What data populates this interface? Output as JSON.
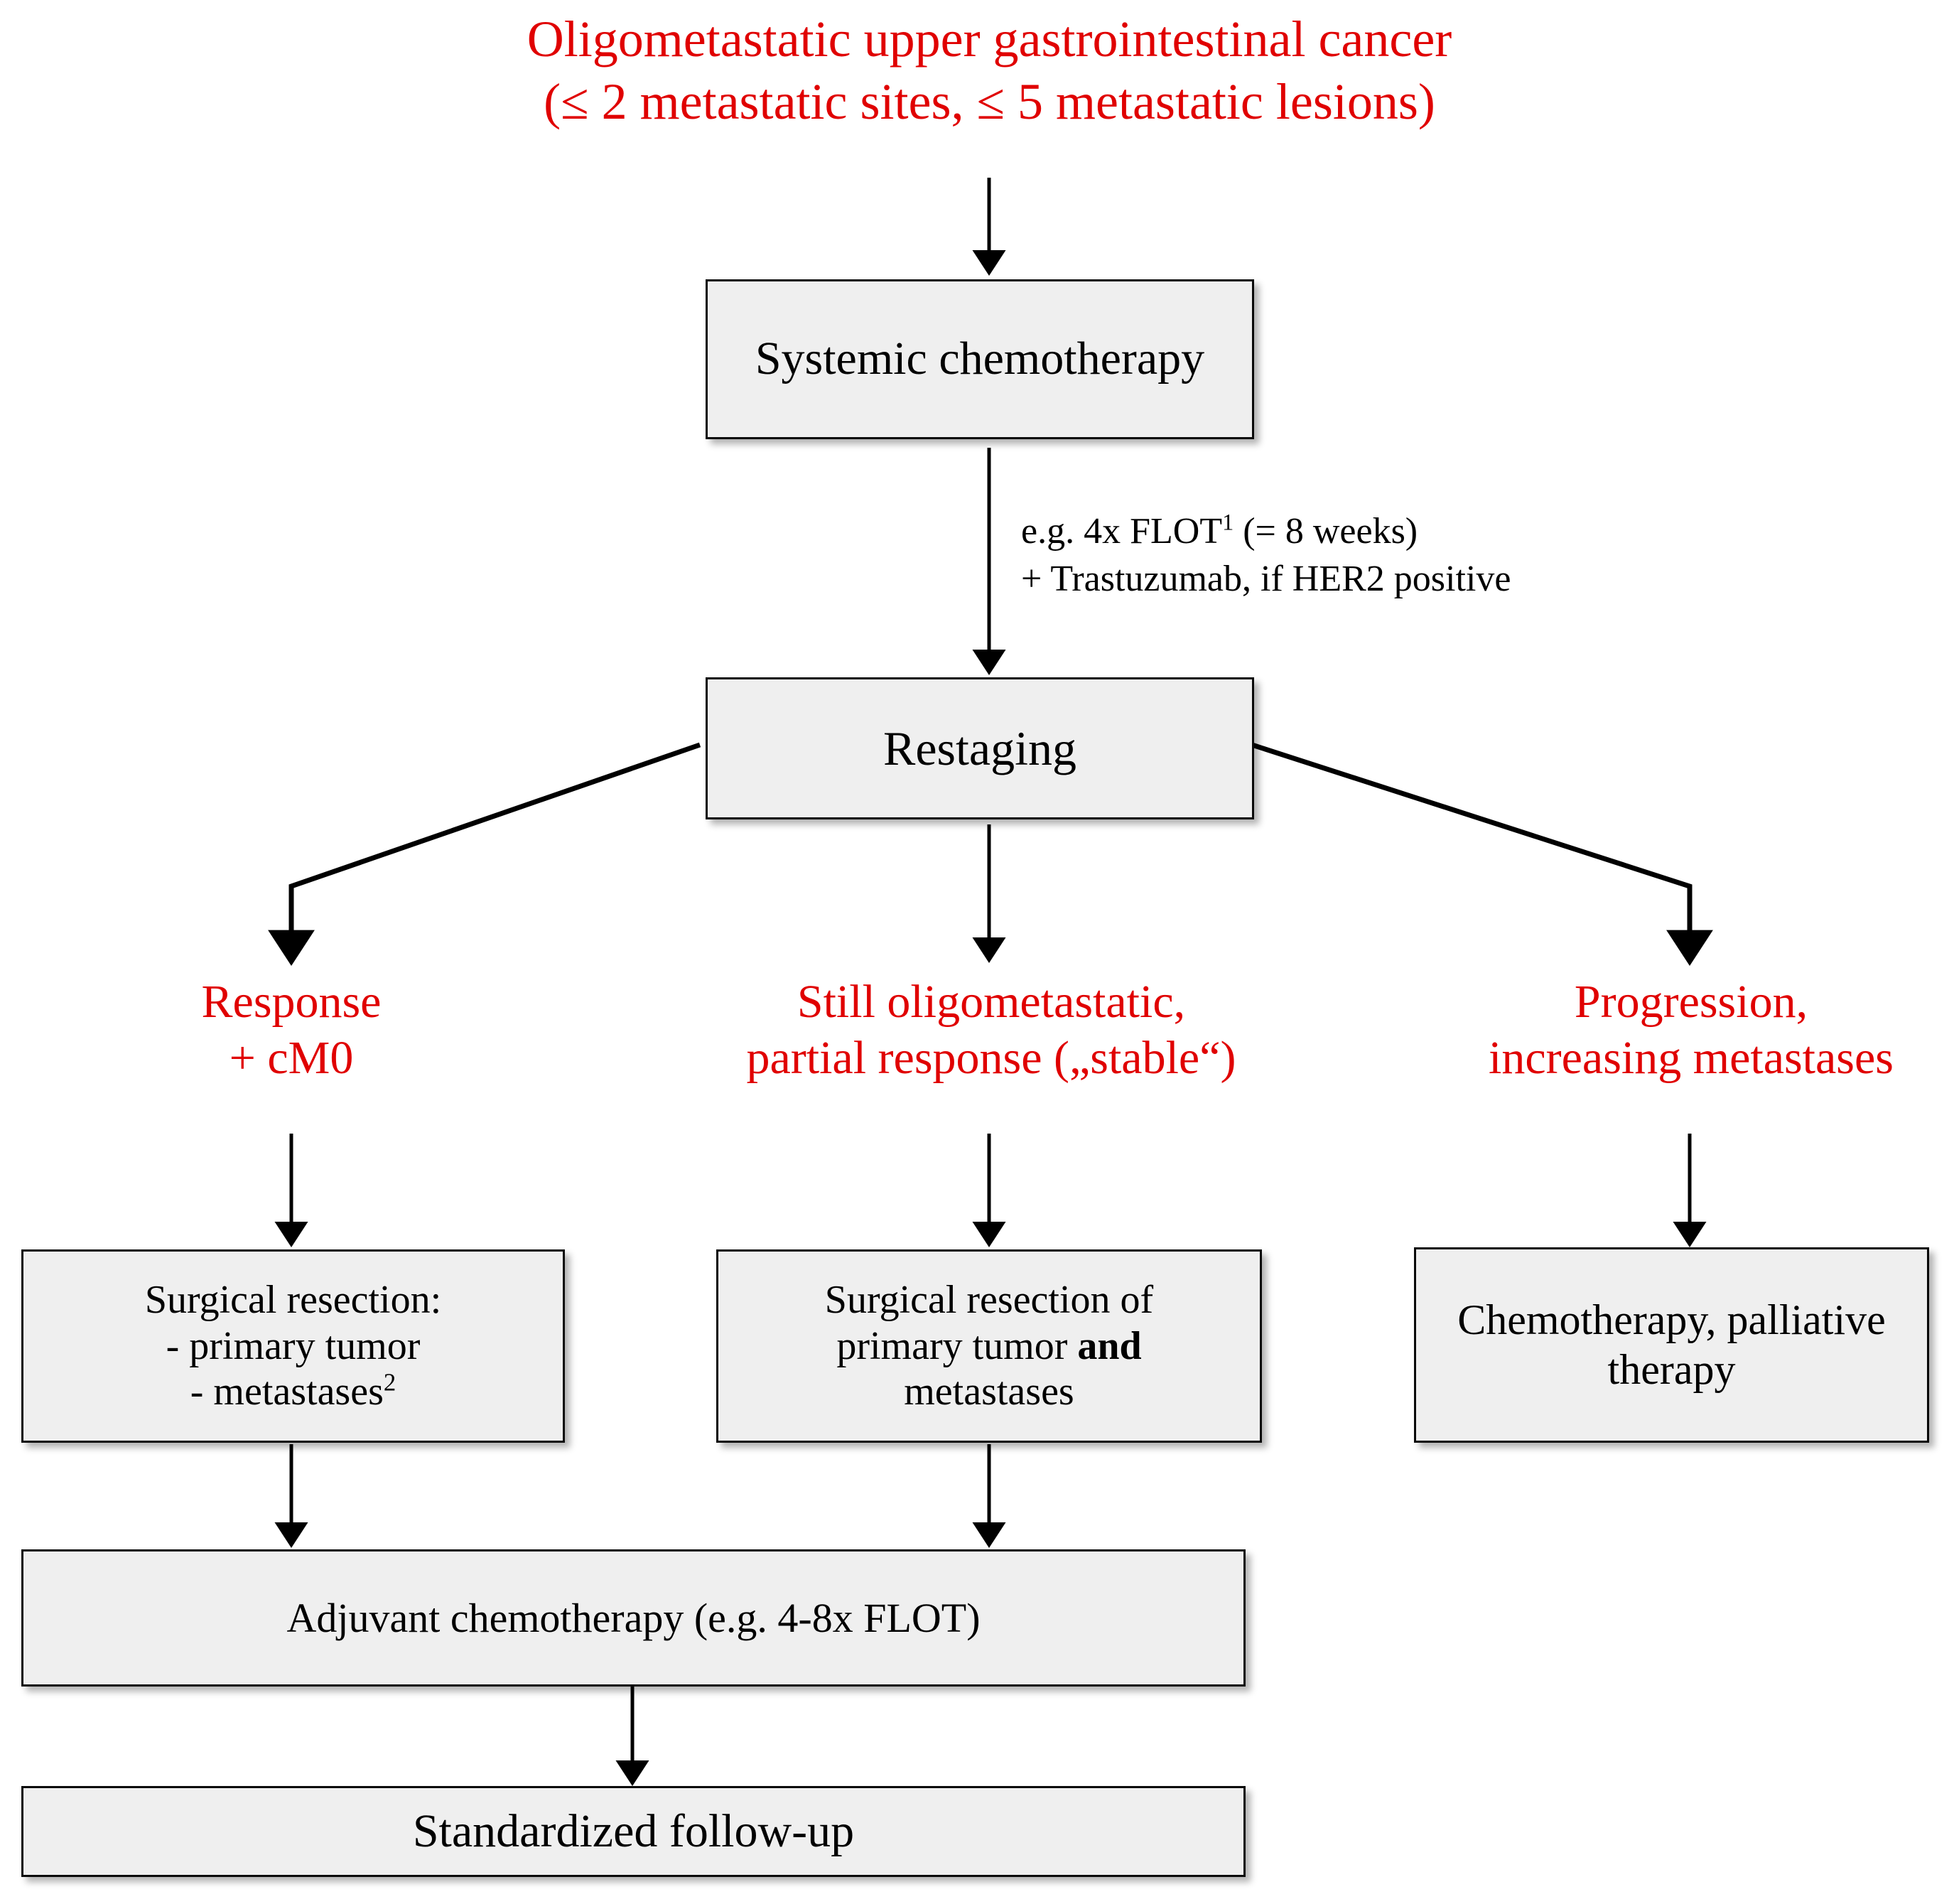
{
  "diagram": {
    "title": "Oligometastatic upper gastrointestinal cancer\n(≤ 2 metastatic sites, ≤ 5 metastatic lesions)",
    "title_color": "#e00000",
    "box_fill": "#efefef",
    "box_border": "#0a0a0a",
    "nodes": {
      "systemic_chemo": "Systemic\nchemotherapy",
      "restaging": "Restaging",
      "surgical_resection_left_line1": "Surgical resection:",
      "surgical_resection_left_line2": "- primary tumor",
      "surgical_resection_left_line3_pre": "- metastases",
      "surgical_resection_left_line3_sup": "2",
      "surgical_resection_mid_line1": "Surgical resection of",
      "surgical_resection_mid_line2_pre": "primary tumor ",
      "surgical_resection_mid_line2_bold": "and",
      "surgical_resection_mid_line3": "metastases",
      "palliative": "Chemotherapy,\npalliative therapy",
      "adjuvant": "Adjuvant chemotherapy\n(e.g. 4-8x FLOT)",
      "followup": "Standardized follow-up"
    },
    "edge_notes": {
      "flot_line1_pre": "e.g. 4x FLOT",
      "flot_line1_sup": "1",
      "flot_line1_post": " (= 8 weeks)",
      "flot_line2": "+ Trastuzumab, if HER2 positive"
    },
    "branch_labels": {
      "response": "Response\n+ cM0",
      "still_oligo": "Still oligometastatic,\npartial response („stable“)",
      "progression": "Progression,\nincreasing metastases"
    }
  }
}
